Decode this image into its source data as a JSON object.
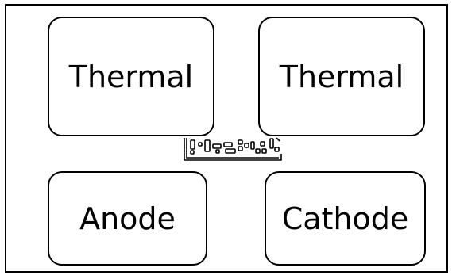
{
  "diagram": {
    "pads": {
      "thermal_left": {
        "label": "Thermal"
      },
      "thermal_right": {
        "label": "Thermal"
      },
      "anode": {
        "label": "Anode"
      },
      "cathode": {
        "label": "Cathode"
      }
    },
    "chip": {
      "icon": "chip-die-icon"
    },
    "colors": {
      "stroke": "#000000",
      "background": "#ffffff"
    }
  }
}
